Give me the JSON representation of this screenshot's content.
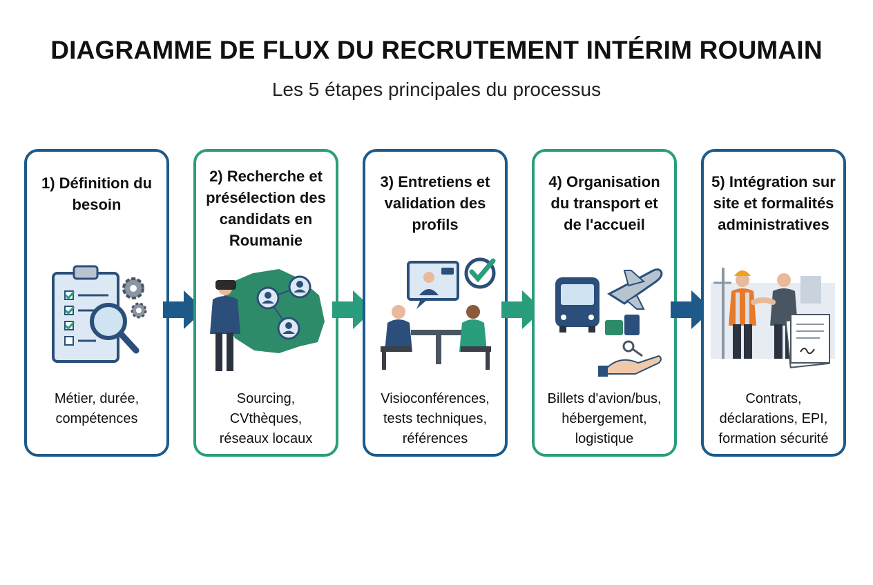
{
  "header": {
    "title": "DIAGRAMME DE FLUX DU RECRUTEMENT INTÉRIM ROUMAIN",
    "subtitle": "Les 5 étapes principales du processus"
  },
  "colors": {
    "blue": "#1d5a8a",
    "green": "#2a9d7c",
    "dark_blue": "#2b4f7a"
  },
  "steps": [
    {
      "title_lines": [
        "1) Définition du",
        "besoin"
      ],
      "desc_lines": [
        "Métier, durée,",
        "compétences"
      ],
      "icon": "clipboard-magnifier-gears-icon",
      "border": "blue"
    },
    {
      "title_lines": [
        "2) Recherche et",
        "présélection des",
        "candidats en",
        "Roumanie"
      ],
      "desc_lines": [
        "Sourcing,",
        "CVthèques,",
        "réseaux locaux"
      ],
      "icon": "binoculars-romania-map-icon",
      "border": "green"
    },
    {
      "title_lines": [
        "3) Entretiens et",
        "validation des",
        "profils"
      ],
      "desc_lines": [
        "Visioconférences,",
        "tests techniques,",
        "références"
      ],
      "icon": "interview-video-call-icon",
      "border": "blue"
    },
    {
      "title_lines": [
        "4) Organisation",
        "du transport et",
        "de l'accueil"
      ],
      "desc_lines": [
        "Billets d'avion/bus,",
        "hébergement,",
        "logistique"
      ],
      "icon": "bus-plane-keys-icon",
      "border": "green"
    },
    {
      "title_lines": [
        "5) Intégration sur",
        "site et formalités",
        "administratives"
      ],
      "desc_lines": [
        "Contrats,",
        "déclarations, EPI,",
        "formation sécurité"
      ],
      "icon": "handshake-contract-icon",
      "border": "blue"
    }
  ],
  "arrows": [
    {
      "color": "blue",
      "icon": "arrow-right-icon"
    },
    {
      "color": "green",
      "icon": "arrow-right-icon"
    },
    {
      "color": "green",
      "icon": "arrow-right-icon"
    },
    {
      "color": "blue",
      "icon": "arrow-right-icon"
    }
  ]
}
